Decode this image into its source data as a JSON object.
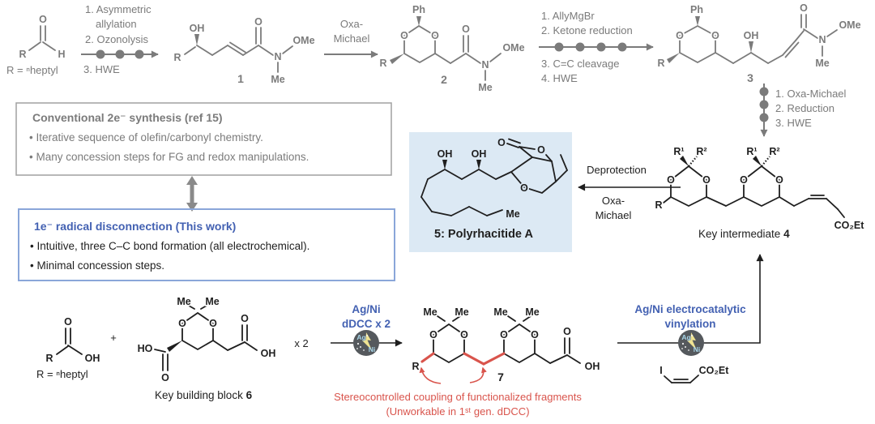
{
  "colors": {
    "ink": "#1f1f1f",
    "gray": "#7b7b7b",
    "gray_box_border": "#a0a0a0",
    "dblarrow": "#8a8a8a",
    "blue_text": "#4361b2",
    "blue_border": "#8aa6d9",
    "highlight_bg": "#dce9f4",
    "red": "#d9544c",
    "icon_bg": "#55595d",
    "icon_bolt": "#efe392",
    "icon_label": "#a9d6e9"
  },
  "atoms": {
    "O": "O",
    "OH": "OH",
    "HO": "HO",
    "N": "N",
    "OMe": "OMe",
    "Me": "Me",
    "Ph": "Ph",
    "R": "R",
    "H": "H",
    "R1": "R¹",
    "R2": "R²",
    "CO2Et": "CO₂Et",
    "I": "I"
  },
  "labels": {
    "compound1": "1",
    "compound2": "2",
    "compound3": "3",
    "intermediate": "Key intermediate ",
    "intermediate_num": "4",
    "natural_product": "5: Polyrhacitide A",
    "building_block": "Key building block ",
    "building_block_num": "6",
    "compound7": "7",
    "r_def_top": "R = ⁿheptyl",
    "r_def_bottom": "R = ⁿheptyl",
    "plus": "+",
    "times_two": "x 2"
  },
  "arrows": {
    "a1_above1": "1. Asymmetric",
    "a1_above2": "allylation",
    "a1_above3": "2. Ozonolysis",
    "a1_below": "3. HWE",
    "oxa1_l1": "Oxa-",
    "oxa1_l2": "Michael",
    "a2_above1": "1. AllyMgBr",
    "a2_above2": "2. Ketone reduction",
    "a2_below1": "3. C=C cleavage",
    "a2_below2": "4. HWE",
    "a3_1": "1. Oxa-Michael",
    "a3_2": "2. Reduction",
    "a3_3": "3. HWE",
    "deprot": "Deprotection",
    "oxa2_l1": "Oxa-",
    "oxa2_l2": "Michael",
    "ddcc_l1": "Ag/Ni",
    "ddcc_l2": "dDCC x 2",
    "vinyl_l1": "Ag/Ni electrocatalytic",
    "vinyl_l2": "vinylation"
  },
  "icon_agni": {
    "top": "Ag",
    "bottom": "Ni"
  },
  "boxes": {
    "conventional": {
      "title": "Conventional 2e⁻ synthesis (ref 15)",
      "bullet1": "• Iterative sequence of olefin/carbonyl chemistry.",
      "bullet2": "• Many concession steps for FG and redox manipulations."
    },
    "this_work": {
      "title": "1e⁻ radical disconnection (This work)",
      "bullet1": "• Intuitive, three C–C bond formation (all electrochemical).",
      "bullet2": "• Minimal concession steps."
    }
  },
  "footnote": {
    "line1": "Stereocontrolled coupling of functionalized fragments",
    "line2": "(Unworkable in 1ˢᵗ gen. dDCC)"
  }
}
